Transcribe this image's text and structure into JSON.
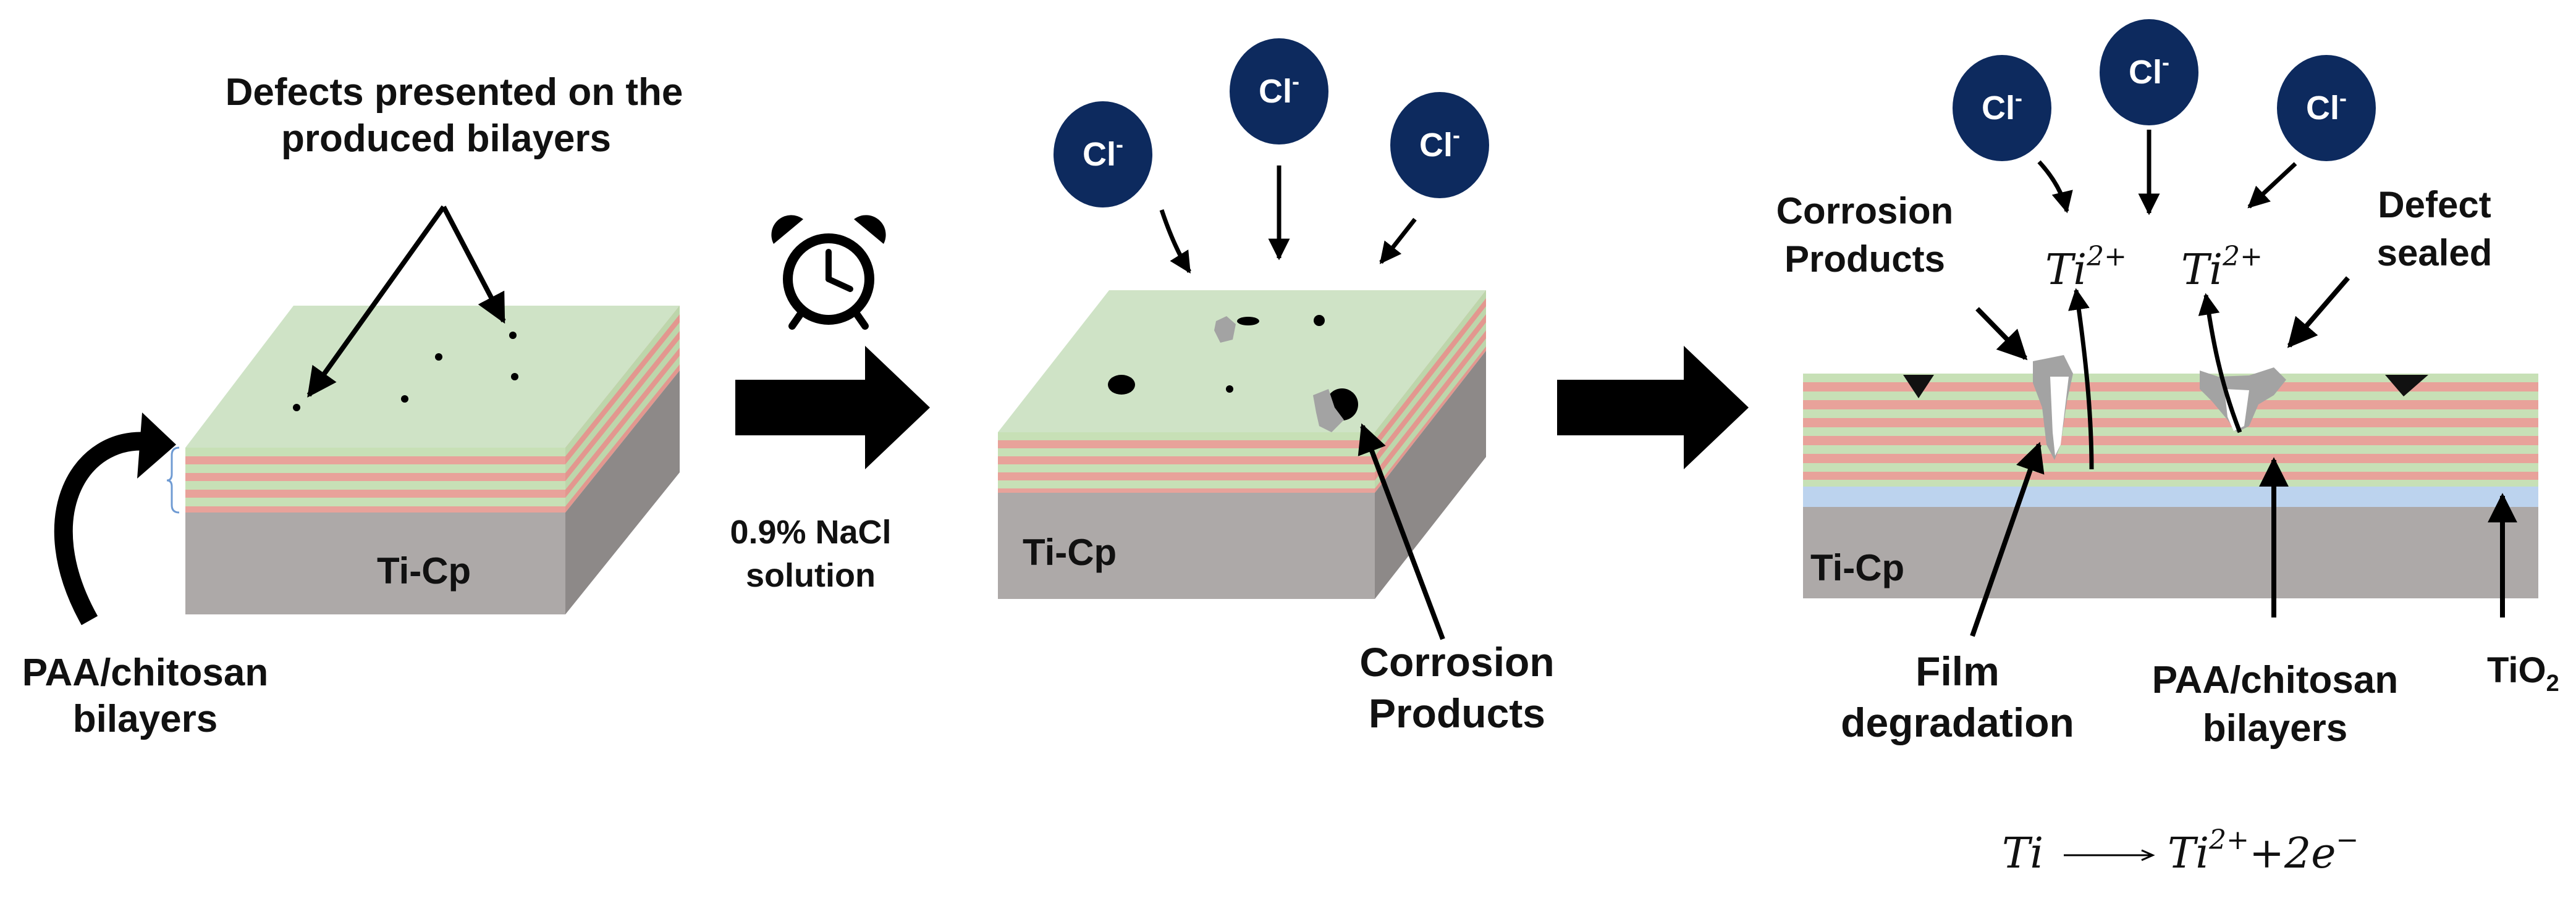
{
  "colors": {
    "ion_circle": "#0d2a5e",
    "top_surface": "#cfe3c6",
    "green_layer": "#c7e0b6",
    "pink_layer": "#e8a29a",
    "substrate_front": "#ada9a8",
    "substrate_side": "#8d8988",
    "oxide_layer": "#bcd3ee",
    "defect": "#000000",
    "corrosion_product": "#a3a3a3",
    "arrow": "#000000"
  },
  "panel1": {
    "defects_label": [
      "Defects presented on the",
      "produced bilayers"
    ],
    "substrate_label": "Ti-Cp",
    "bilayers_label": [
      "PAA/chitosan",
      "bilayers"
    ]
  },
  "step1": {
    "clock_icon": "alarm-clock-icon",
    "condition_label": [
      "0.9% NaCl",
      "solution"
    ]
  },
  "panel2": {
    "ion_labels": [
      "Cl",
      "Cl",
      "Cl"
    ],
    "ion_charge": "-",
    "substrate_label": "Ti-Cp",
    "corrosion_label": [
      "Corrosion",
      "Products"
    ]
  },
  "panel3": {
    "ion_labels": [
      "Cl",
      "Cl",
      "Cl"
    ],
    "ion_charge": "-",
    "corrosion_label": [
      "Corrosion",
      "Products"
    ],
    "defect_sealed_label": [
      "Defect",
      "sealed"
    ],
    "ti_ion": "Ti",
    "ti_ion_charge": "2+",
    "substrate_label": "Ti-Cp",
    "film_degradation_label": [
      "Film",
      "degradation"
    ],
    "bilayers_label": [
      "PAA/chitosan",
      "bilayers"
    ],
    "oxide_label": "TiO",
    "oxide_subscript": "2"
  },
  "equation": {
    "reactant": "Ti",
    "product": "Ti",
    "product_charge": "2+",
    "rest": "+2e",
    "electron_charge": "−"
  }
}
